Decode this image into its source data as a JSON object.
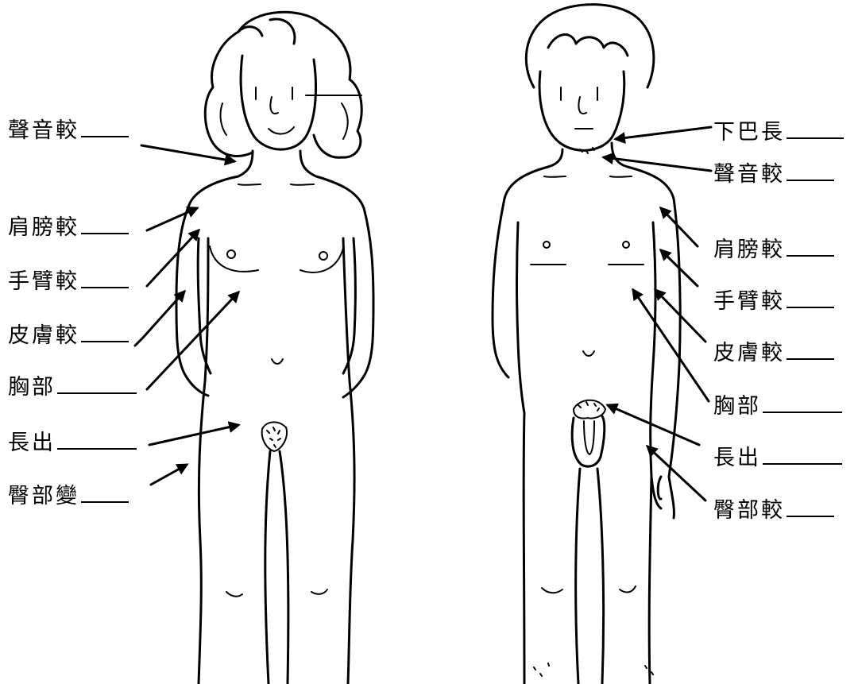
{
  "female": {
    "labels": [
      "聲音較",
      "肩膀較",
      "手臂較",
      "皮膚較",
      "胸部",
      "長出",
      "臀部變"
    ]
  },
  "male": {
    "labels": [
      "下巴長",
      "聲音較",
      "肩膀較",
      "手臂較",
      "皮膚較",
      "胸部",
      "長出",
      "臀部較"
    ]
  }
}
